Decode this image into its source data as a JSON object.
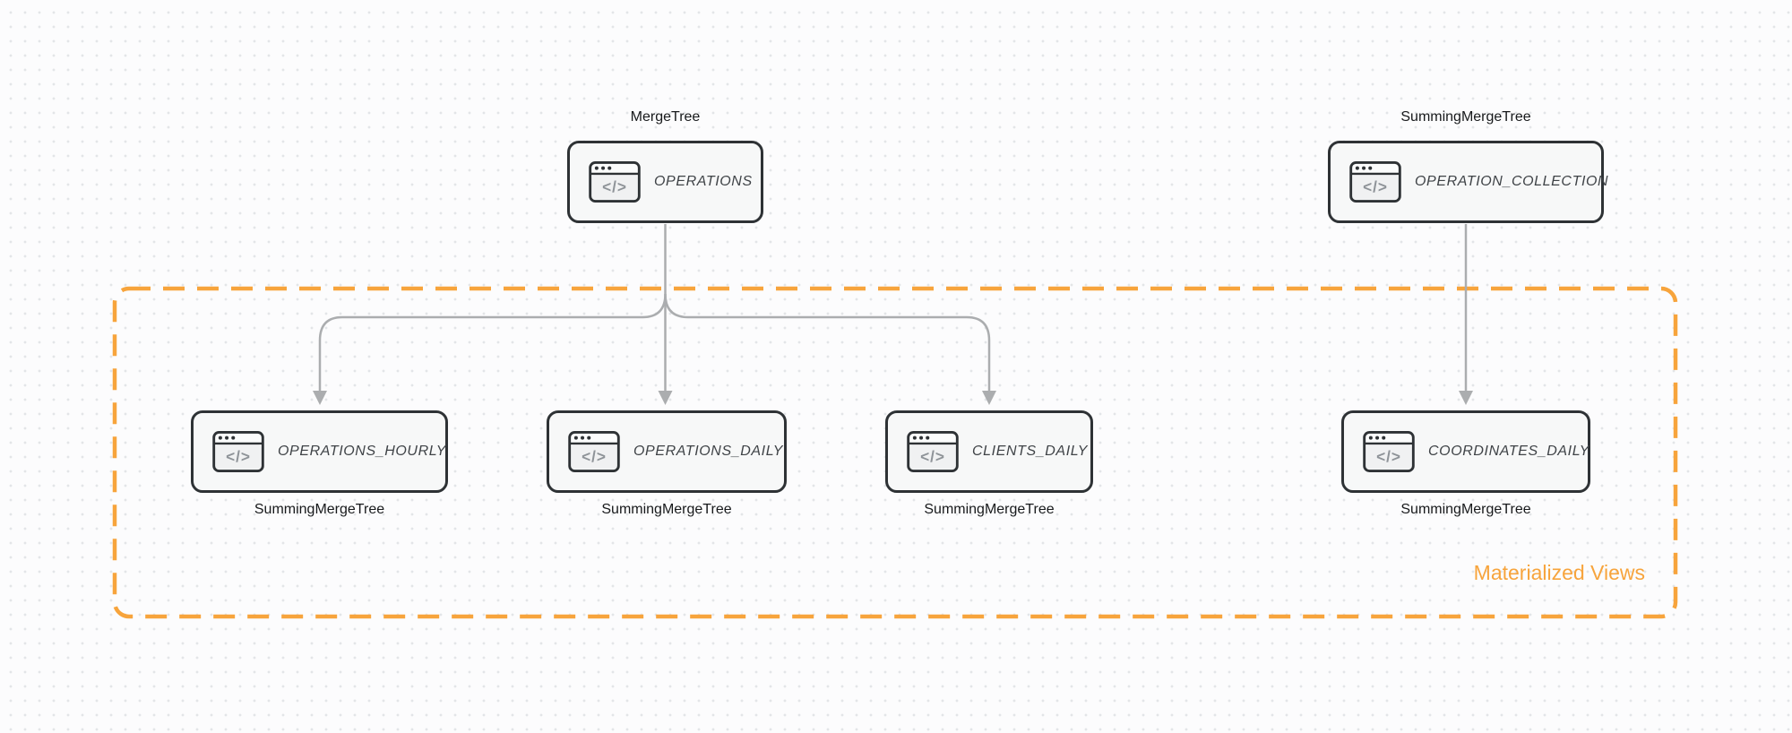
{
  "diagram": {
    "group": {
      "label": "Materialized Views"
    },
    "nodes": [
      {
        "id": "operations",
        "table": "OPERATIONS",
        "engine": "MergeTree",
        "engine_label_position": "above",
        "icon": "code-window-icon"
      },
      {
        "id": "operation_collection",
        "table": "OPERATION_COLLECTION",
        "engine": "SummingMergeTree",
        "engine_label_position": "above",
        "icon": "code-window-icon"
      },
      {
        "id": "operations_hourly",
        "table": "OPERATIONS_HOURLY",
        "engine": "SummingMergeTree",
        "engine_label_position": "below",
        "icon": "code-window-icon"
      },
      {
        "id": "operations_daily",
        "table": "OPERATIONS_DAILY",
        "engine": "SummingMergeTree",
        "engine_label_position": "below",
        "icon": "code-window-icon"
      },
      {
        "id": "clients_daily",
        "table": "CLIENTS_DAILY",
        "engine": "SummingMergeTree",
        "engine_label_position": "below",
        "icon": "code-window-icon"
      },
      {
        "id": "coordinates_daily",
        "table": "COORDINATES_DAILY",
        "engine": "SummingMergeTree",
        "engine_label_position": "below",
        "icon": "code-window-icon"
      }
    ],
    "edges": [
      {
        "from": "OPERATIONS",
        "to": "OPERATIONS_HOURLY"
      },
      {
        "from": "OPERATIONS",
        "to": "OPERATIONS_DAILY"
      },
      {
        "from": "OPERATIONS",
        "to": "CLIENTS_DAILY"
      },
      {
        "from": "OPERATION_COLLECTION",
        "to": "COORDINATES_DAILY"
      }
    ],
    "colors": {
      "group_accent": "#F7A43C",
      "edge_gray": "#ABADAF",
      "node_border": "#2E3235",
      "node_background": "#F7F8F8"
    }
  }
}
